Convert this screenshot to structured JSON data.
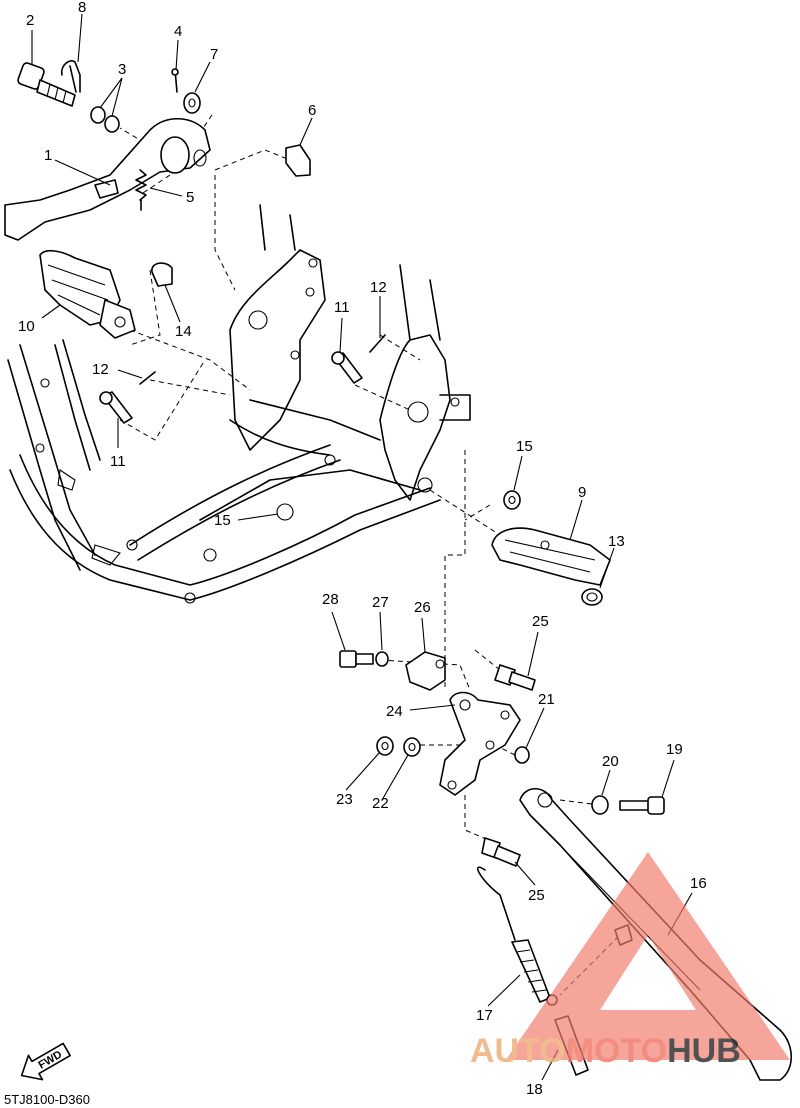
{
  "diagram_code": "5TJ8100-D360",
  "fwd_label": "FWD",
  "watermark": {
    "part1": "AUTO",
    "part2": "MOTO",
    "part3": "HUB",
    "accent": "#f07a6a",
    "dark": "#222222"
  },
  "callouts": {
    "c1": "1",
    "c2": "2",
    "c3": "3",
    "c4": "4",
    "c5": "5",
    "c6": "6",
    "c7": "7",
    "c8": "8",
    "c9": "9",
    "c10": "10",
    "c11a": "11",
    "c11b": "11",
    "c12a": "12",
    "c12b": "12",
    "c13": "13",
    "c14": "14",
    "c15a": "15",
    "c15b": "15",
    "c16": "16",
    "c17": "17",
    "c18": "18",
    "c19": "19",
    "c20": "20",
    "c21": "21",
    "c22": "22",
    "c23": "23",
    "c24": "24",
    "c25a": "25",
    "c25b": "25",
    "c26": "26",
    "c27": "27",
    "c28": "28"
  }
}
